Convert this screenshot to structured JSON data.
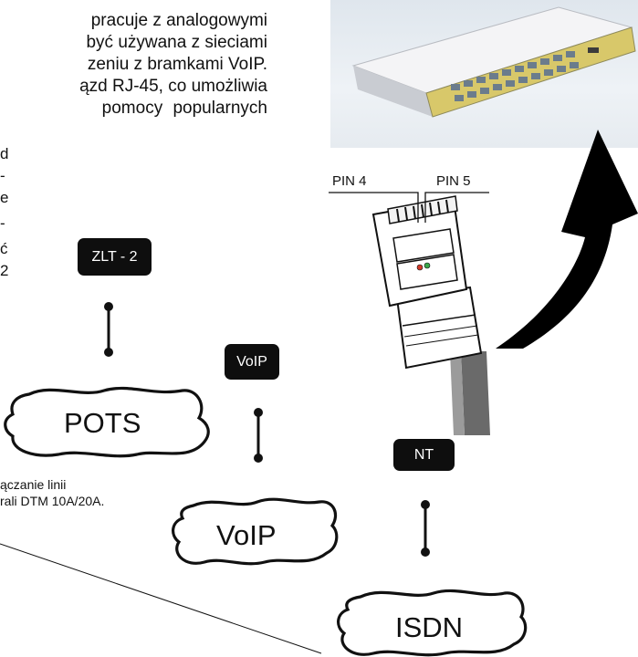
{
  "paragraph": {
    "lines": [
      "pracuje z analogowymi",
      "być używana z sieciami",
      "zeniu z bramkami VoIP.",
      "ązd RJ-45, co umożliwia",
      "pomocy    popularnych"
    ]
  },
  "column_fragments": [
    "d",
    "-",
    "e",
    "-",
    "ć",
    "2"
  ],
  "labels": {
    "zlt": "ZLT - 2",
    "voip_tag": "VoIP",
    "nt_tag": "NT",
    "pin4": "PIN 4",
    "pin5": "PIN 5"
  },
  "clouds": {
    "pots": "POTS",
    "voip": "VoIP",
    "isdn": "ISDN"
  },
  "caption": {
    "line1": "ączanie linii",
    "line2": "rali DTM 10A/20A."
  },
  "colors": {
    "tag_bg": "#0e0e0e",
    "device_body": "#e9e9ec",
    "device_panel": "#d8c86a",
    "led_red": "#d23a2a",
    "led_green": "#3aa64a"
  }
}
